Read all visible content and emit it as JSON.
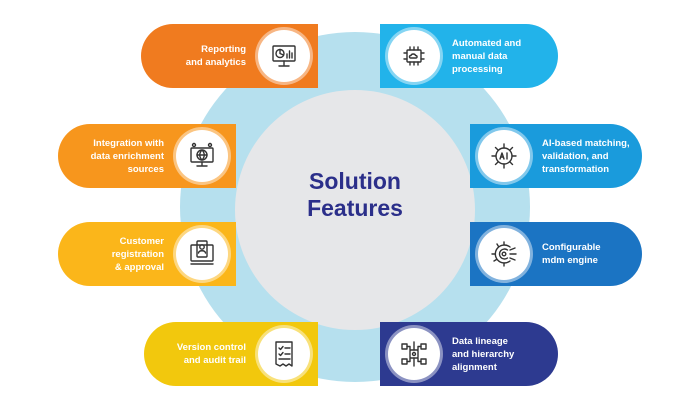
{
  "title": {
    "line1": "Solution",
    "line2": "Features"
  },
  "colors": {
    "ring": "#b6e0ee",
    "core": "#e6e7e9",
    "title": "#2b2f8a",
    "orange_dark": "#f07b1f",
    "orange": "#f7961d",
    "amber": "#fbb61a",
    "yellow": "#f2c80d",
    "cyan": "#22b3ea",
    "sky": "#1a9bdc",
    "blue": "#1b74c3",
    "indigo": "#2d3a90"
  },
  "features": {
    "reporting": {
      "lines": [
        "Reporting",
        "and analytics"
      ],
      "icon": "monitor-chart-icon"
    },
    "integration": {
      "lines": [
        "Integration with",
        "data enrichment",
        "sources"
      ],
      "icon": "monitor-globe-icon"
    },
    "customer": {
      "lines": [
        "Customer",
        "registration",
        "& approval"
      ],
      "icon": "user-profile-icon"
    },
    "version": {
      "lines": [
        "Version control",
        "and audit trail"
      ],
      "icon": "checklist-icon"
    },
    "automated": {
      "lines": [
        "Automated and",
        "manual data",
        "processing"
      ],
      "icon": "cloud-chip-icon"
    },
    "ai": {
      "lines": [
        "AI-based matching,",
        "validation, and",
        "transformation"
      ],
      "icon": "ai-chip-icon"
    },
    "mdm": {
      "lines": [
        "Configurable",
        "mdm engine"
      ],
      "icon": "engine-gear-icon"
    },
    "lineage": {
      "lines": [
        "Data lineage",
        "and hierarchy",
        "alignment"
      ],
      "icon": "hierarchy-network-icon"
    }
  }
}
